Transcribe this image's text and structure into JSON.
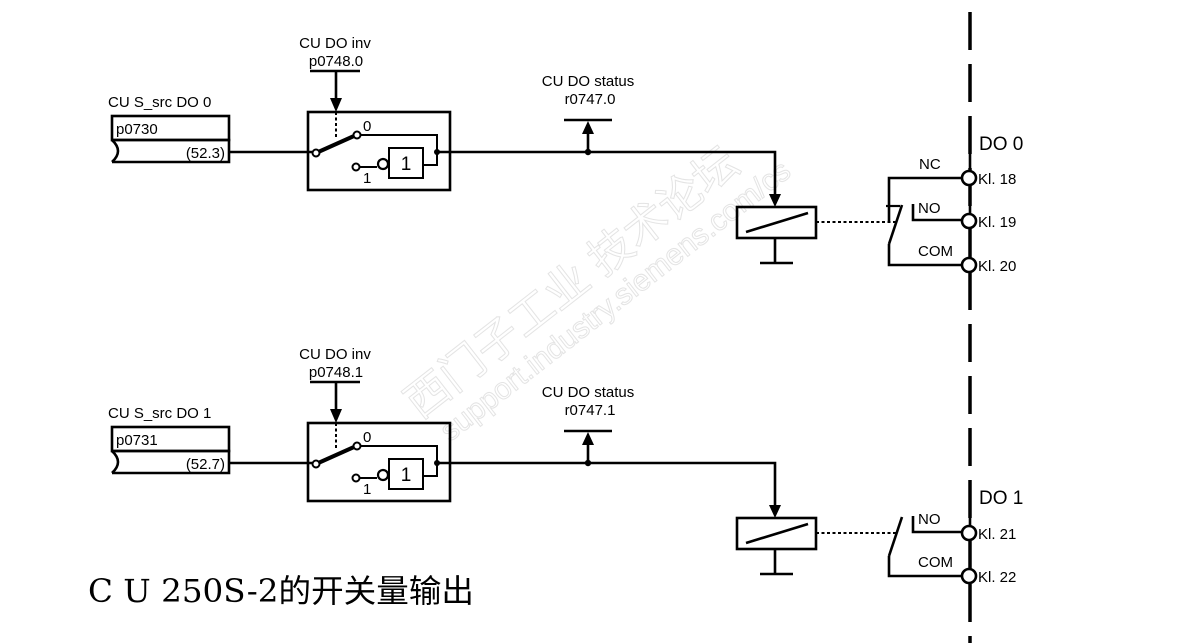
{
  "title": "C U 250S-2的开关量输出",
  "watermark": {
    "line1": "西门子工业 技术论坛",
    "line2": "support.industry.siemens.com/cs"
  },
  "channels": [
    {
      "source_label": "CU S_src DO 0",
      "source_param": "p0730",
      "source_value": "(52.3)",
      "inv_label": "CU DO inv",
      "inv_param": "p0748.0",
      "switch_pos0": "0",
      "switch_pos1": "1",
      "not_gate": "1",
      "status_label": "CU DO status",
      "status_param": "r0747.0",
      "do_name": "DO 0",
      "contacts": [
        {
          "type": "NC",
          "terminal": "Kl. 18"
        },
        {
          "type": "NO",
          "terminal": "Kl. 19"
        },
        {
          "type": "COM",
          "terminal": "Kl. 20"
        }
      ]
    },
    {
      "source_label": "CU S_src DO 1",
      "source_param": "p0731",
      "source_value": "(52.7)",
      "inv_label": "CU DO inv",
      "inv_param": "p0748.1",
      "switch_pos0": "0",
      "switch_pos1": "1",
      "not_gate": "1",
      "status_label": "CU DO status",
      "status_param": "r0747.1",
      "do_name": "DO 1",
      "contacts": [
        {
          "type": "NO",
          "terminal": "Kl. 21"
        },
        {
          "type": "COM",
          "terminal": "Kl. 22"
        }
      ]
    }
  ]
}
